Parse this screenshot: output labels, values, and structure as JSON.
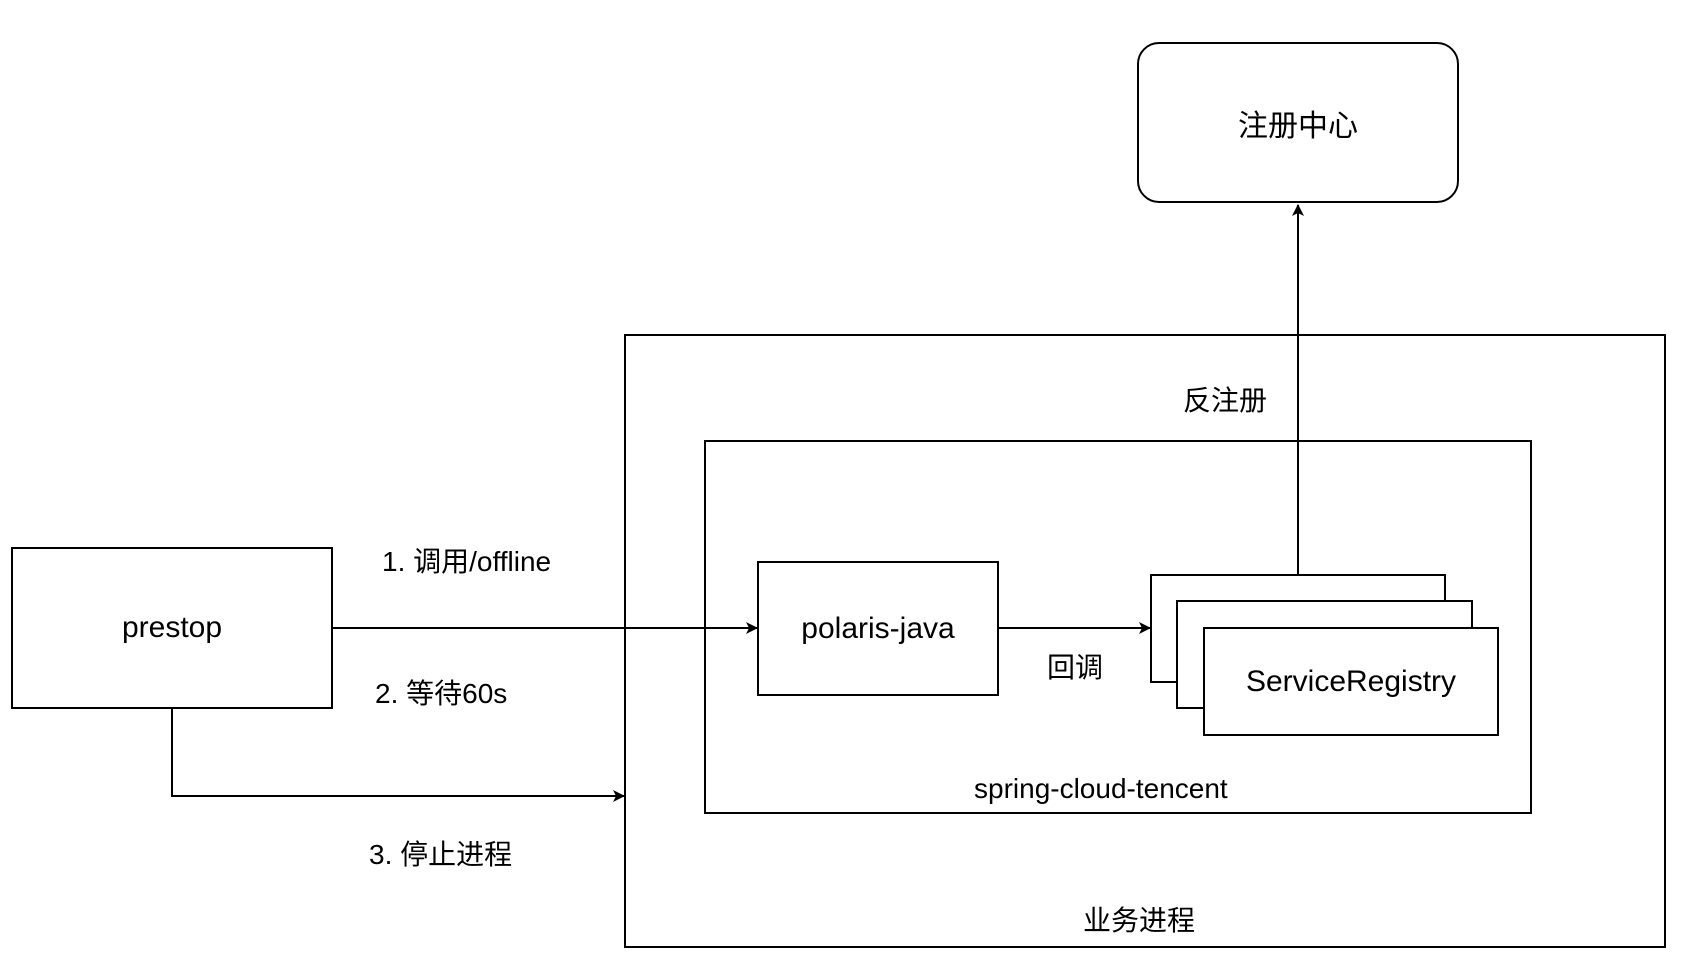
{
  "nodes": {
    "registry_center": "注册中心",
    "prestop": "prestop",
    "polaris_java": "polaris-java",
    "service_registry": "ServiceRegistry",
    "business_process": "业务进程",
    "spring_cloud_tencent": "spring-cloud-tencent"
  },
  "edges": {
    "call_offline": "1. 调用/offline",
    "wait_60s": "2. 等待60s",
    "stop_process": "3. 停止进程",
    "callback": "回调",
    "deregister": "反注册"
  },
  "colors": {
    "stroke": "#000000",
    "background": "#ffffff"
  }
}
